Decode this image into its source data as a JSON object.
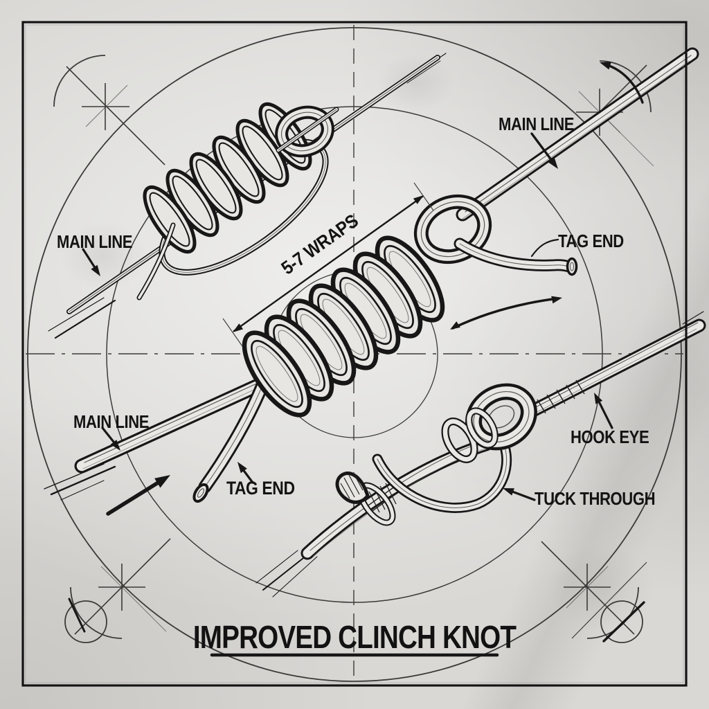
{
  "title": {
    "text": "IMPROVED CLINCH KNOT"
  },
  "labels": {
    "main_line_top_right": "MAIN LINE",
    "tag_end_right": "TAG END",
    "wraps_dimension": "5-7 WRAPS",
    "main_line_upper_left": "MAIN LINE",
    "main_line_lower_left": "MAIN LINE",
    "tag_end_bottom": "TAG END",
    "hook_eye": "HOOK EYE",
    "tuck_through": "TUCK THROUGH"
  },
  "colors": {
    "ink": "#171717",
    "paper": "#d9d8d5",
    "construction": "#3a3a38"
  }
}
